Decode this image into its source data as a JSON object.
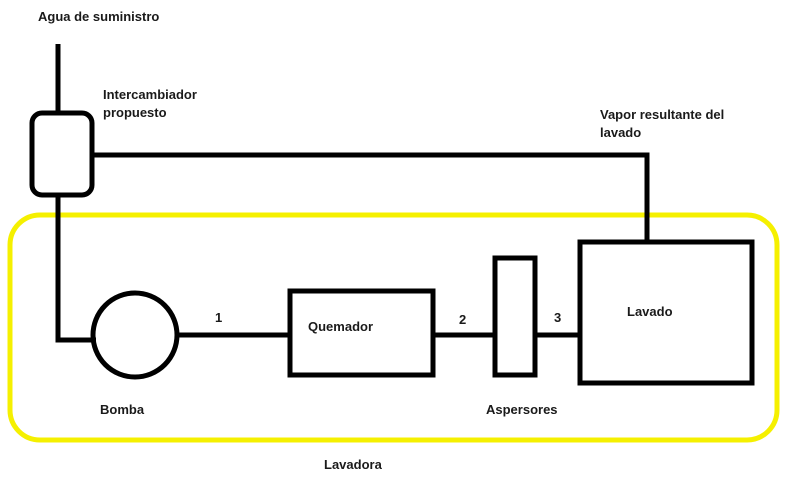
{
  "labels": {
    "supply_water": "Agua de suministro",
    "exchanger_line1": "Intercambiador",
    "exchanger_line2": "propuesto",
    "vapor_line1": "Vapor resultante del",
    "vapor_line2": "lavado",
    "point1": "1",
    "burner": "Quemador",
    "point2": "2",
    "point3": "3",
    "washing": "Lavado",
    "pump": "Bomba",
    "sprinklers": "Aspersores",
    "washer": "Lavadora"
  },
  "colors": {
    "line": "#000000",
    "boundary": "#f5f000"
  }
}
